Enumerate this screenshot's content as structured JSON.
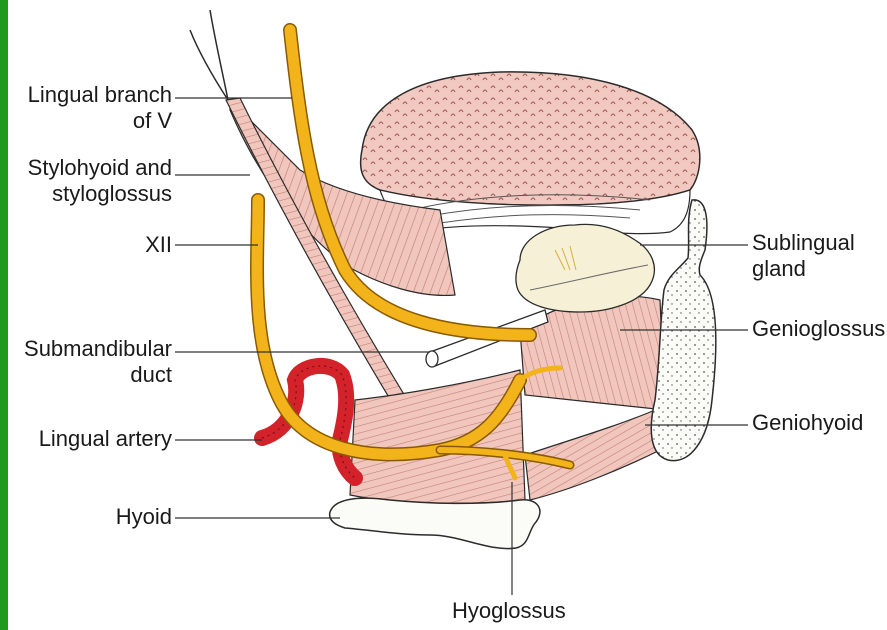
{
  "labels": {
    "lingual_branch_v": {
      "line1": "Lingual branch",
      "line2": "of V"
    },
    "stylohyoid": {
      "line1": "Stylohyoid and",
      "line2": "styloglossus"
    },
    "xii": "XII",
    "submandibular_duct": {
      "line1": "Submandibular",
      "line2": "duct"
    },
    "lingual_artery": "Lingual artery",
    "hyoid": "Hyoid",
    "hyoglossus": "Hyoglossus",
    "sublingual_gland": {
      "line1": "Sublingual",
      "line2": "gland"
    },
    "genioglossus": "Genioglossus",
    "geniohyoid": "Geniohyoid"
  },
  "colors": {
    "frame_bar": "#1f9a1f",
    "muscle": "#f0c6bd",
    "muscle_line": "#b86a66",
    "tongue": "#f2c9c0",
    "nerve": "#f2b41a",
    "nerve_outline": "#8a5a00",
    "artery": "#d3222a",
    "gland": "#f6f0d6",
    "bone": "#fbfbf7"
  }
}
